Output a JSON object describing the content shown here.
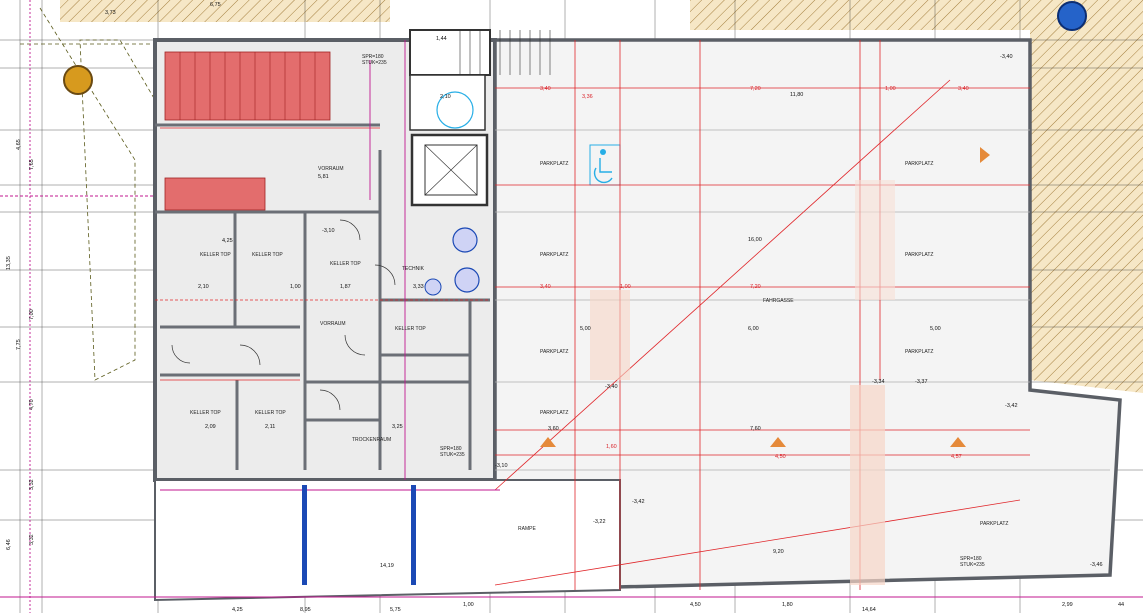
{
  "colors": {
    "wall": "#8b8f96",
    "wall_dark": "#5b5f66",
    "rooms": "#ececec",
    "garage": "#f4f4f4",
    "hatch": "#e9c27a",
    "stairs": "#e06b6b",
    "red_line": "#e0262a",
    "magenta": "#c0178f",
    "blue": "#1b49b5",
    "cyan": "#27aee6"
  },
  "top_dims": [
    "3,73",
    "6,75"
  ],
  "bottom_dims": [
    "4,25",
    "8,95",
    "5,75",
    "1,00",
    "4,50",
    "1,80",
    "14,64",
    "2,99",
    "44"
  ],
  "left_dims": [
    "4,65",
    "7,65",
    "13,35",
    "7,00",
    "7,75",
    "4,70",
    "3,32",
    "6,46",
    "3,32"
  ],
  "stair_labels": {
    "top": "1,44",
    "mid": "2,10",
    "right": "3,36"
  },
  "shafts": {
    "label_a": "SPR=180",
    "label_b": "STUK=235"
  },
  "rooms": [
    {
      "name": "VORRAUM",
      "area": "5,81"
    },
    {
      "name": "KELLER TOP",
      "area": "4,25"
    },
    {
      "name": "KELLER TOP",
      "area": "2,10"
    },
    {
      "name": "KELLER TOP",
      "area": "1,87"
    },
    {
      "name": "KELLER TOP",
      "area": "3,33"
    },
    {
      "name": "VORRAUM",
      "area": "1,00"
    },
    {
      "name": "KELLER TOP",
      "area": "2,09"
    },
    {
      "name": "KELLER TOP",
      "area": "2,11"
    },
    {
      "name": "TROCKENRAUM",
      "area": "3,25"
    },
    {
      "name": "TECHNIK",
      "area": "5,00"
    }
  ],
  "parking": [
    {
      "label": "PARKPLATZ"
    },
    {
      "label": "PARKPLATZ"
    },
    {
      "label": "PARKPLATZ"
    },
    {
      "label": "PARKPLATZ"
    },
    {
      "label": "PARKPLATZ"
    },
    {
      "label": "PARKPLATZ"
    },
    {
      "label": "PARKPLATZ"
    },
    {
      "label": "PARKPLATZ"
    }
  ],
  "garage_dims": {
    "w1": "3,40",
    "w2": "7,20",
    "w3": "11,80",
    "w4": "1,00",
    "w5": "3,40",
    "fahrgasse": "FAHRGASSE",
    "fg_w": "16,00",
    "fg2": "6,00",
    "fg3": "5,00",
    "row3_a": "3,40",
    "row3_b": "1,00",
    "row3_c": "7,20",
    "row4_a": "3,60",
    "row4_b": "7,60",
    "row4_c": "1,60",
    "row4_d": "4,50",
    "row4_e": "4,57",
    "bottom_run": "9,20",
    "bottom_left": "14,19",
    "rampe": "RAMPE"
  },
  "levels": [
    "-3,10",
    "-3,10",
    "-3,42",
    "-3,42",
    "-3,34",
    "-3,37",
    "-3,40",
    "-3,46",
    "-3,40",
    "-3,22"
  ]
}
